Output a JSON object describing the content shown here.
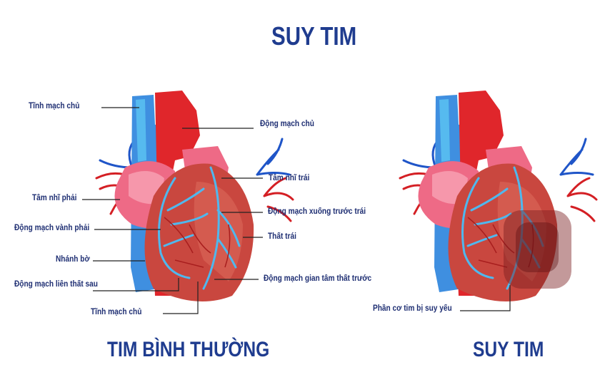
{
  "diagram": {
    "title": "SUY TIM",
    "colors": {
      "title": "#1f3c8f",
      "label": "#1f2f73",
      "vein_blue": "#3f8fe0",
      "vein_light": "#4fb8ee",
      "artery_red": "#e0262b",
      "muscle": "#c9473f",
      "atrium_pink": "#ee6a86",
      "damaged_area": "#7a1c1f"
    },
    "left_panel": {
      "caption": "TIM BÌNH THƯỜNG",
      "labels": [
        {
          "text": "Tĩnh mạch chủ",
          "side": "left"
        },
        {
          "text": "Tâm nhĩ phải",
          "side": "left"
        },
        {
          "text": "Động mạch vành phải",
          "side": "left"
        },
        {
          "text": "Nhánh bờ",
          "side": "left"
        },
        {
          "text": "Động mạch liên thất sau",
          "side": "left"
        },
        {
          "text": "Tĩnh mạch chủ",
          "side": "bottom"
        },
        {
          "text": "Động mạch chủ",
          "side": "right"
        },
        {
          "text": "Tâm nhĩ trái",
          "side": "right"
        },
        {
          "text": "Động mạch xuống trước trái",
          "side": "right"
        },
        {
          "text": "Thất trái",
          "side": "right"
        },
        {
          "text": "Động mạch gian tâm thất trước",
          "side": "right"
        }
      ]
    },
    "right_panel": {
      "caption": "SUY TIM",
      "labels": [
        {
          "text": "Phần cơ tim bị suy yếu",
          "side": "bottom"
        }
      ]
    }
  }
}
